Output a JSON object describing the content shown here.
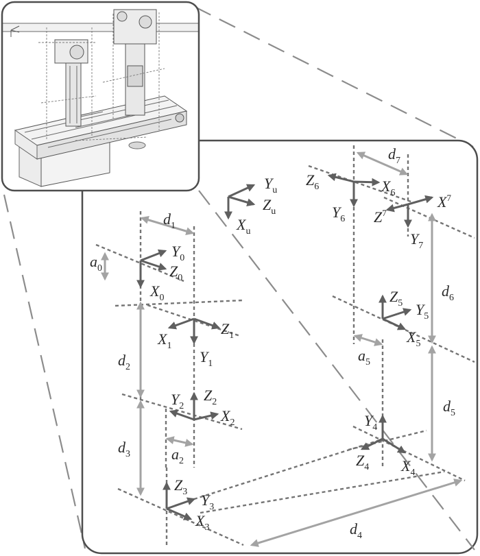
{
  "colors": {
    "axis": "#5f5f5f",
    "dimension": "#a3a3a3",
    "guide": "#747474",
    "frame": "#4d4d4d",
    "connector": "#8c8c8c"
  },
  "labels": {
    "Yu": {
      "base": "Y",
      "sub": "u"
    },
    "Zu": {
      "base": "Z",
      "sub": "u"
    },
    "Xu": {
      "base": "X",
      "sub": "u"
    },
    "d1": {
      "base": "d",
      "sub": "1"
    },
    "a0": {
      "base": "a",
      "sub": "0"
    },
    "Y0": {
      "base": "Y",
      "sub": "0"
    },
    "Z0": {
      "base": "Z",
      "sub": "0"
    },
    "X0": {
      "base": "X",
      "sub": "0"
    },
    "X1": {
      "base": "X",
      "sub": "1"
    },
    "Z1": {
      "base": "Z",
      "sub": "1"
    },
    "Y1": {
      "base": "Y",
      "sub": "1"
    },
    "d2": {
      "base": "d",
      "sub": "2"
    },
    "Y2": {
      "base": "Y",
      "sub": "2"
    },
    "Z2": {
      "base": "Z",
      "sub": "2"
    },
    "X2": {
      "base": "X",
      "sub": "2"
    },
    "a2": {
      "base": "a",
      "sub": "2"
    },
    "d3": {
      "base": "d",
      "sub": "3"
    },
    "Z3": {
      "base": "Z",
      "sub": "3"
    },
    "Y3": {
      "base": "Y",
      "sub": "3"
    },
    "X3": {
      "base": "X",
      "sub": "3"
    },
    "d4": {
      "base": "d",
      "sub": "4"
    },
    "Y4": {
      "base": "Y",
      "sub": "4"
    },
    "Z4": {
      "base": "Z",
      "sub": "4"
    },
    "X4": {
      "base": "X",
      "sub": "4"
    },
    "d5": {
      "base": "d",
      "sub": "5"
    },
    "Z5": {
      "base": "Z",
      "sub": "5"
    },
    "Y5": {
      "base": "Y",
      "sub": "5"
    },
    "X5": {
      "base": "X",
      "sub": "5"
    },
    "a5": {
      "base": "a",
      "sub": "5"
    },
    "d6": {
      "base": "d",
      "sub": "6"
    },
    "Z6": {
      "base": "Z",
      "sub": "6"
    },
    "X6": {
      "base": "X",
      "sub": "6"
    },
    "Y6": {
      "base": "Y",
      "sub": "6"
    },
    "d7": {
      "base": "d",
      "sub": "7"
    },
    "Z7": {
      "base": "Z",
      "sup": "7"
    },
    "X7": {
      "base": "X",
      "sup": "7"
    },
    "Y7": {
      "base": "Y",
      "sub": "7"
    }
  }
}
